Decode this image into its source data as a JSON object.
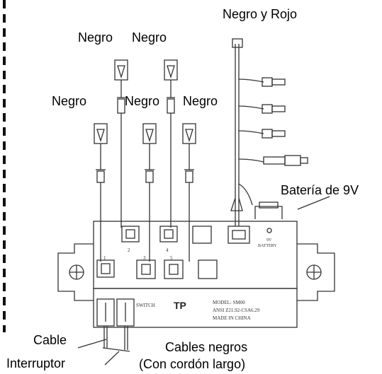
{
  "labels": {
    "negro_rojo": "Negro y Rojo",
    "negro_top_left": "Negro",
    "negro_top_right": "Negro",
    "negro_mid_left": "Negro",
    "negro_mid_center": "Negro",
    "negro_mid_right": "Negro",
    "bateria": "Batería de 9V",
    "cable": "Cable",
    "interruptor": "Interruptor",
    "cables_negros": "Cables negros",
    "con_cordon": "(Con cordón largo)"
  },
  "module": {
    "logo": "TP",
    "model_line": "MODEL: SM00",
    "ansi_line": "ANSI Z21.92-CSA6.29",
    "made_line": "MADE IN CHINA",
    "switch_label": "SWITCH",
    "battery_small": "9V",
    "battery_word": "BATTERY",
    "terminal_2": "2",
    "terminal_4": "4",
    "terminal_1": "1",
    "terminal_3": "3",
    "terminal_5": "5"
  },
  "colors": {
    "line": "#333333",
    "border_dash": "#111111"
  }
}
